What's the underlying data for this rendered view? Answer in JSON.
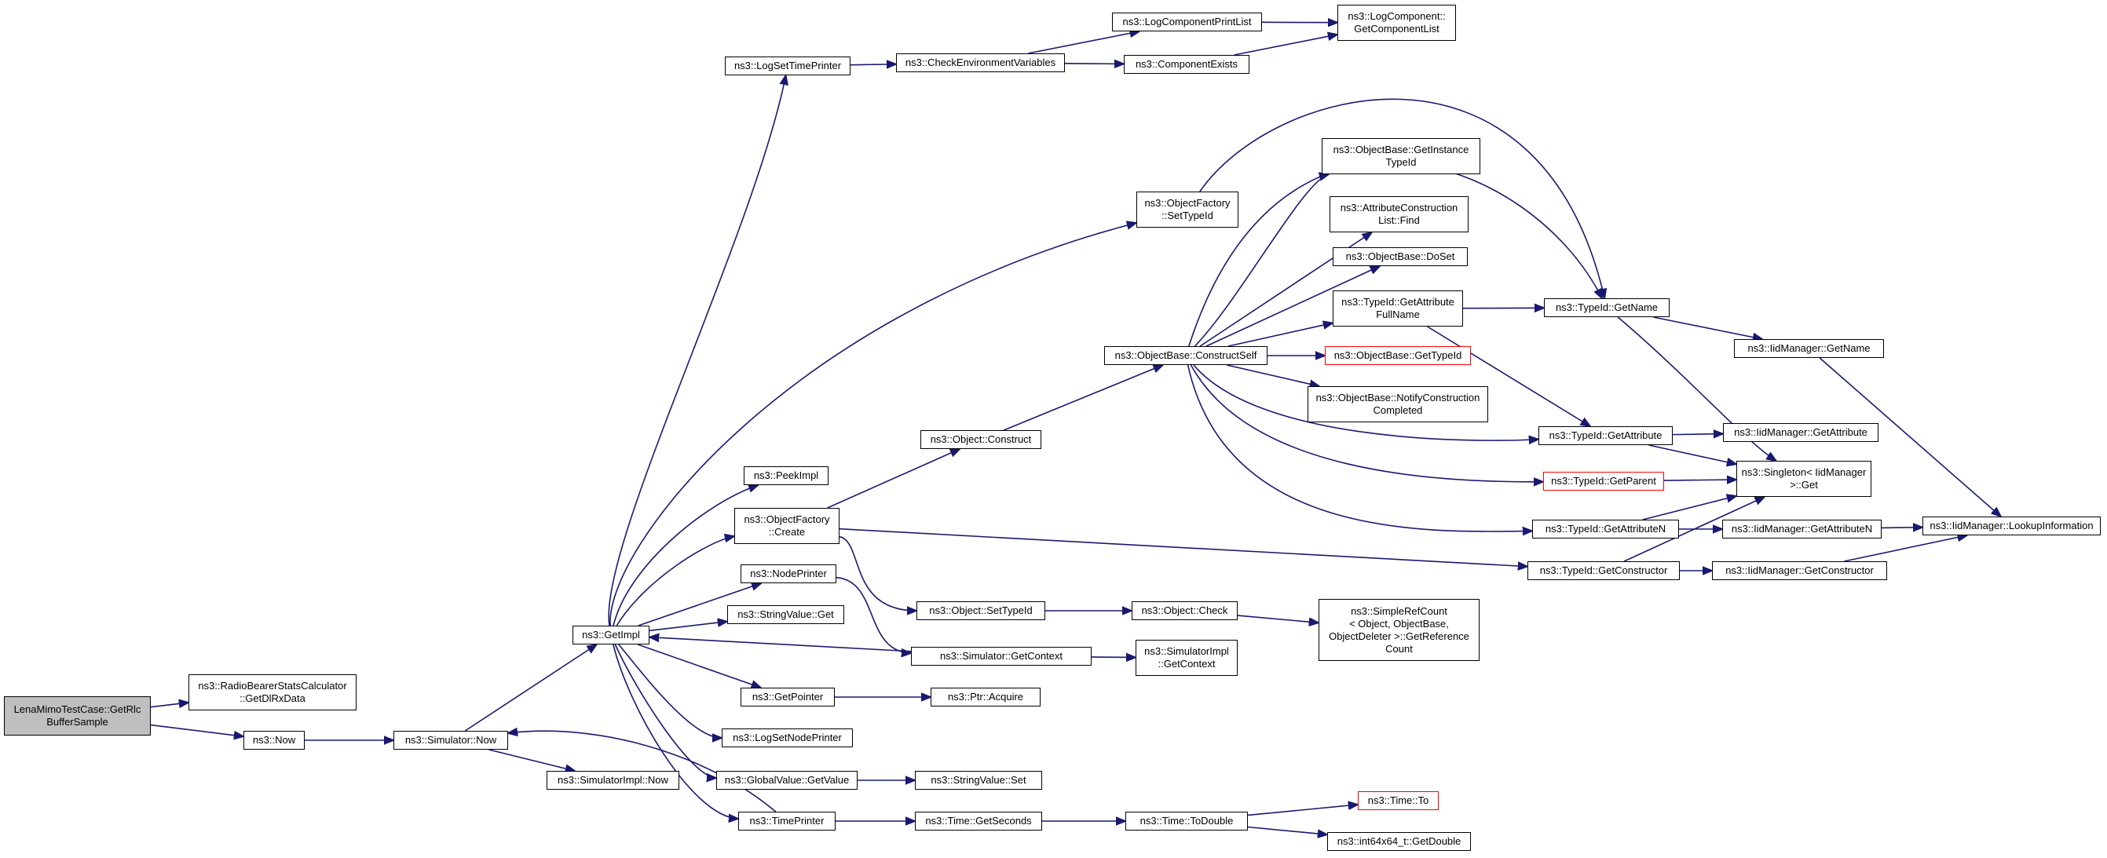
{
  "graph": {
    "title": "",
    "colors": {
      "edge": "#191970",
      "root_fill": "#bfbfbf",
      "truncated_border": "#ff0000",
      "node_border": "#000000"
    },
    "nodes": [
      {
        "id": "root",
        "label": "LenaMimoTestCase::GetRlc\nBufferSample",
        "root": true
      },
      {
        "id": "getdlrxdata",
        "label": "ns3::RadioBearerStatsCalculator\n::GetDlRxData"
      },
      {
        "id": "now",
        "label": "ns3::Now"
      },
      {
        "id": "simnow",
        "label": "ns3::Simulator::Now"
      },
      {
        "id": "simimplnow",
        "label": "ns3::SimulatorImpl::Now"
      },
      {
        "id": "getimpl",
        "label": "ns3::GetImpl"
      },
      {
        "id": "logsettimeprinter",
        "label": "ns3::LogSetTimePrinter"
      },
      {
        "id": "checkenv",
        "label": "ns3::CheckEnvironmentVariables"
      },
      {
        "id": "logcompprintlist",
        "label": "ns3::LogComponentPrintList"
      },
      {
        "id": "logcompgetlist",
        "label": "ns3::LogComponent::\nGetComponentList"
      },
      {
        "id": "compexists",
        "label": "ns3::ComponentExists"
      },
      {
        "id": "objfactorysettypeid",
        "label": "ns3::ObjectFactory\n::SetTypeId"
      },
      {
        "id": "obgetinstancetypeid",
        "label": "ns3::ObjectBase::GetInstance\nTypeId"
      },
      {
        "id": "attrconslistfind",
        "label": "ns3::AttributeConstruction\nList::Find"
      },
      {
        "id": "obdoset",
        "label": "ns3::ObjectBase::DoSet"
      },
      {
        "id": "tidgetattrfullname",
        "label": "ns3::TypeId::GetAttribute\nFullName"
      },
      {
        "id": "tidgetname",
        "label": "ns3::TypeId::GetName"
      },
      {
        "id": "iidgetname",
        "label": "ns3::IidManager::GetName"
      },
      {
        "id": "obconstructself",
        "label": "ns3::ObjectBase::ConstructSelf"
      },
      {
        "id": "obgettypeid",
        "label": "ns3::ObjectBase::GetTypeId",
        "red": true
      },
      {
        "id": "obnotify",
        "label": "ns3::ObjectBase::NotifyConstruction\nCompleted"
      },
      {
        "id": "tidgetattribute",
        "label": "ns3::TypeId::GetAttribute"
      },
      {
        "id": "iidgetattribute",
        "label": "ns3::IidManager::GetAttribute"
      },
      {
        "id": "singletonget",
        "label": "ns3::Singleton< IidManager\n>::Get"
      },
      {
        "id": "tidgetparent",
        "label": "ns3::TypeId::GetParent",
        "red": true
      },
      {
        "id": "objconstruct",
        "label": "ns3::Object::Construct"
      },
      {
        "id": "peekimpl",
        "label": "ns3::PeekImpl"
      },
      {
        "id": "objfactorycreate",
        "label": "ns3::ObjectFactory\n::Create"
      },
      {
        "id": "tidgetattributen",
        "label": "ns3::TypeId::GetAttributeN"
      },
      {
        "id": "iidgetattributen",
        "label": "ns3::IidManager::GetAttributeN"
      },
      {
        "id": "iidlookup",
        "label": "ns3::IidManager::LookupInformation"
      },
      {
        "id": "tidgetconstructor",
        "label": "ns3::TypeId::GetConstructor"
      },
      {
        "id": "iidgetconstructor",
        "label": "ns3::IidManager::GetConstructor"
      },
      {
        "id": "nodeprinter",
        "label": "ns3::NodePrinter"
      },
      {
        "id": "stringvalueget",
        "label": "ns3::StringValue::Get"
      },
      {
        "id": "objsettypeid",
        "label": "ns3::Object::SetTypeId"
      },
      {
        "id": "objcheck",
        "label": "ns3::Object::Check"
      },
      {
        "id": "simplerefcount",
        "label": "ns3::SimpleRefCount\n< Object, ObjectBase,\nObjectDeleter >::GetReference\nCount"
      },
      {
        "id": "simgetcontext",
        "label": "ns3::Simulator::GetContext"
      },
      {
        "id": "simimplgetcontext",
        "label": "ns3::SimulatorImpl\n::GetContext"
      },
      {
        "id": "getpointer",
        "label": "ns3::GetPointer"
      },
      {
        "id": "ptracquire",
        "label": "ns3::Ptr::Acquire"
      },
      {
        "id": "logsetnodeprinter",
        "label": "ns3::LogSetNodePrinter"
      },
      {
        "id": "globalvaluegetvalue",
        "label": "ns3::GlobalValue::GetValue"
      },
      {
        "id": "stringvalueset",
        "label": "ns3::StringValue::Set"
      },
      {
        "id": "timeprinter",
        "label": "ns3::TimePrinter"
      },
      {
        "id": "timegetseconds",
        "label": "ns3::Time::GetSeconds"
      },
      {
        "id": "timetodouble",
        "label": "ns3::Time::ToDouble"
      },
      {
        "id": "timeto",
        "label": "ns3::Time::To",
        "red": true
      },
      {
        "id": "int64getdouble",
        "label": "ns3::int64x64_t::GetDouble"
      }
    ],
    "edges": [
      [
        "root",
        "getdlrxdata"
      ],
      [
        "root",
        "now"
      ],
      [
        "now",
        "simnow"
      ],
      [
        "simnow",
        "simimplnow"
      ],
      [
        "simnow",
        "getimpl"
      ],
      [
        "getimpl",
        "logsettimeprinter"
      ],
      [
        "logsettimeprinter",
        "checkenv"
      ],
      [
        "checkenv",
        "logcompprintlist"
      ],
      [
        "checkenv",
        "compexists"
      ],
      [
        "logcompprintlist",
        "logcompgetlist"
      ],
      [
        "compexists",
        "logcompgetlist"
      ],
      [
        "getimpl",
        "objfactorysettypeid"
      ],
      [
        "objfactorysettypeid",
        "tidgetname"
      ],
      [
        "getimpl",
        "peekimpl"
      ],
      [
        "getimpl",
        "objfactorycreate"
      ],
      [
        "objfactorycreate",
        "objconstruct"
      ],
      [
        "objconstruct",
        "obconstructself"
      ],
      [
        "obconstructself",
        "obgetinstancetypeid"
      ],
      [
        "obconstructself",
        "attrconslistfind"
      ],
      [
        "obconstructself",
        "obdoset"
      ],
      [
        "obconstructself",
        "tidgetattrfullname"
      ],
      [
        "obconstructself",
        "tidgetname"
      ],
      [
        "obconstructself",
        "obgettypeid"
      ],
      [
        "obconstructself",
        "obnotify"
      ],
      [
        "obconstructself",
        "tidgetattribute"
      ],
      [
        "obconstructself",
        "tidgetparent"
      ],
      [
        "obconstructself",
        "tidgetattributen"
      ],
      [
        "tidgetattrfullname",
        "tidgetname"
      ],
      [
        "tidgetattrfullname",
        "tidgetattribute"
      ],
      [
        "tidgetname",
        "iidgetname"
      ],
      [
        "tidgetname",
        "singletonget"
      ],
      [
        "iidgetname",
        "iidlookup"
      ],
      [
        "tidgetattribute",
        "iidgetattribute"
      ],
      [
        "tidgetattribute",
        "singletonget"
      ],
      [
        "tidgetparent",
        "singletonget"
      ],
      [
        "tidgetattributen",
        "singletonget"
      ],
      [
        "tidgetattributen",
        "iidgetattributen"
      ],
      [
        "iidgetattributen",
        "iidlookup"
      ],
      [
        "objfactorycreate",
        "tidgetconstructor"
      ],
      [
        "tidgetconstructor",
        "singletonget"
      ],
      [
        "tidgetconstructor",
        "iidgetconstructor"
      ],
      [
        "iidgetconstructor",
        "iidlookup"
      ],
      [
        "objfactorycreate",
        "objsettypeid"
      ],
      [
        "objsettypeid",
        "objcheck"
      ],
      [
        "objcheck",
        "simplerefcount"
      ],
      [
        "getimpl",
        "nodeprinter"
      ],
      [
        "nodeprinter",
        "simgetcontext"
      ],
      [
        "getimpl",
        "stringvalueget"
      ],
      [
        "simgetcontext",
        "getimpl"
      ],
      [
        "simgetcontext",
        "simimplgetcontext"
      ],
      [
        "getimpl",
        "getpointer"
      ],
      [
        "getpointer",
        "ptracquire"
      ],
      [
        "getimpl",
        "logsetnodeprinter"
      ],
      [
        "getimpl",
        "globalvaluegetvalue"
      ],
      [
        "globalvaluegetvalue",
        "stringvalueset"
      ],
      [
        "getimpl",
        "timeprinter"
      ],
      [
        "timeprinter",
        "simnow"
      ],
      [
        "timeprinter",
        "timegetseconds"
      ],
      [
        "timegetseconds",
        "timetodouble"
      ],
      [
        "timetodouble",
        "timeto"
      ],
      [
        "timetodouble",
        "int64getdouble"
      ]
    ]
  }
}
